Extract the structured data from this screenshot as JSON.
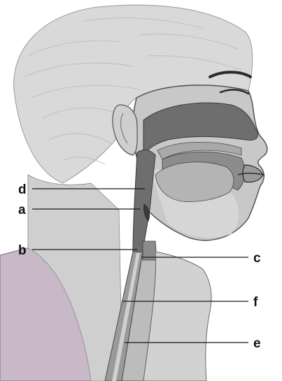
{
  "colors": {
    "background": "#ffffff",
    "hair": "#d9d9d9",
    "hair_strands": "#b9b9b9",
    "skin": "#c8c8c8",
    "skin_light": "#dadada",
    "skin_shadow": "#a9a9a9",
    "tract_dark": "#6e6e6e",
    "tract_mid": "#8c8c8c",
    "tongue": "#b4b4b4",
    "shoulder": "#c8b8c8",
    "outline": "#3a3a3a",
    "label_text": "#111111"
  },
  "labels": {
    "d": "d",
    "a": "a",
    "b": "b",
    "c": "c",
    "f": "f",
    "e": "e"
  }
}
